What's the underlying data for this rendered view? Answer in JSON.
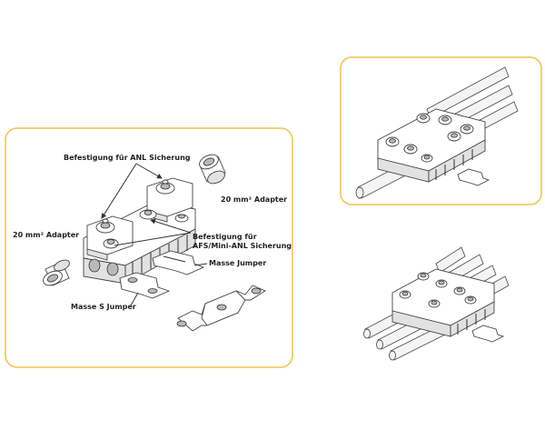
{
  "colors": {
    "frame_border": "#f2c44e",
    "line": "#333333",
    "part_fill": "#ffffff",
    "part_shade": "#e2e2e2"
  },
  "labels": {
    "anl_mount": "Befestigung für ANL Sicherung",
    "adapter_right": "20 mm² Adapter",
    "adapter_left": "20 mm² Adapter",
    "afs_mount_line1": "Befestigung für",
    "afs_mount_line2": "AFS/Mini-ANL Sicherung",
    "ground_jumper": "Masse Jumper",
    "ground_s_jumper": "Masse S Jumper"
  }
}
